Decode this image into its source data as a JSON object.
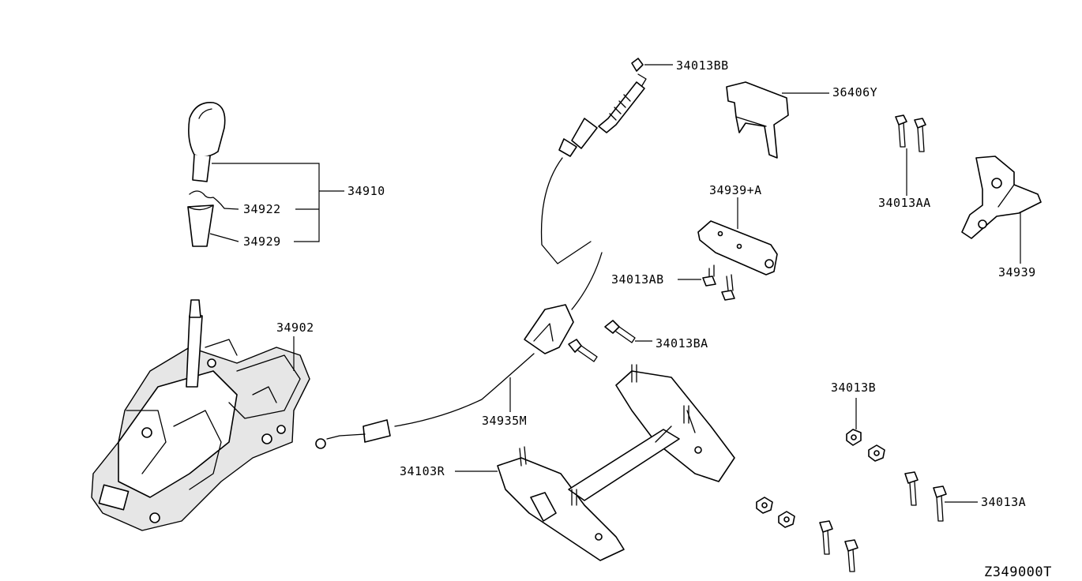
{
  "diagram": {
    "figure_id": "Z349000T",
    "part_labels": {
      "p34013BB": "34013BB",
      "p36406Y": "36406Y",
      "p34910": "34910",
      "p34922": "34922",
      "p34929": "34929",
      "p34939A": "34939+A",
      "p34013AA": "34013AA",
      "p34013AB": "34013AB",
      "p34939": "34939",
      "p34902": "34902",
      "p34013BA": "34013BA",
      "p34935M": "34935M",
      "p34013B": "34013B",
      "p34103R": "34103R",
      "p34013A": "34013A"
    }
  }
}
